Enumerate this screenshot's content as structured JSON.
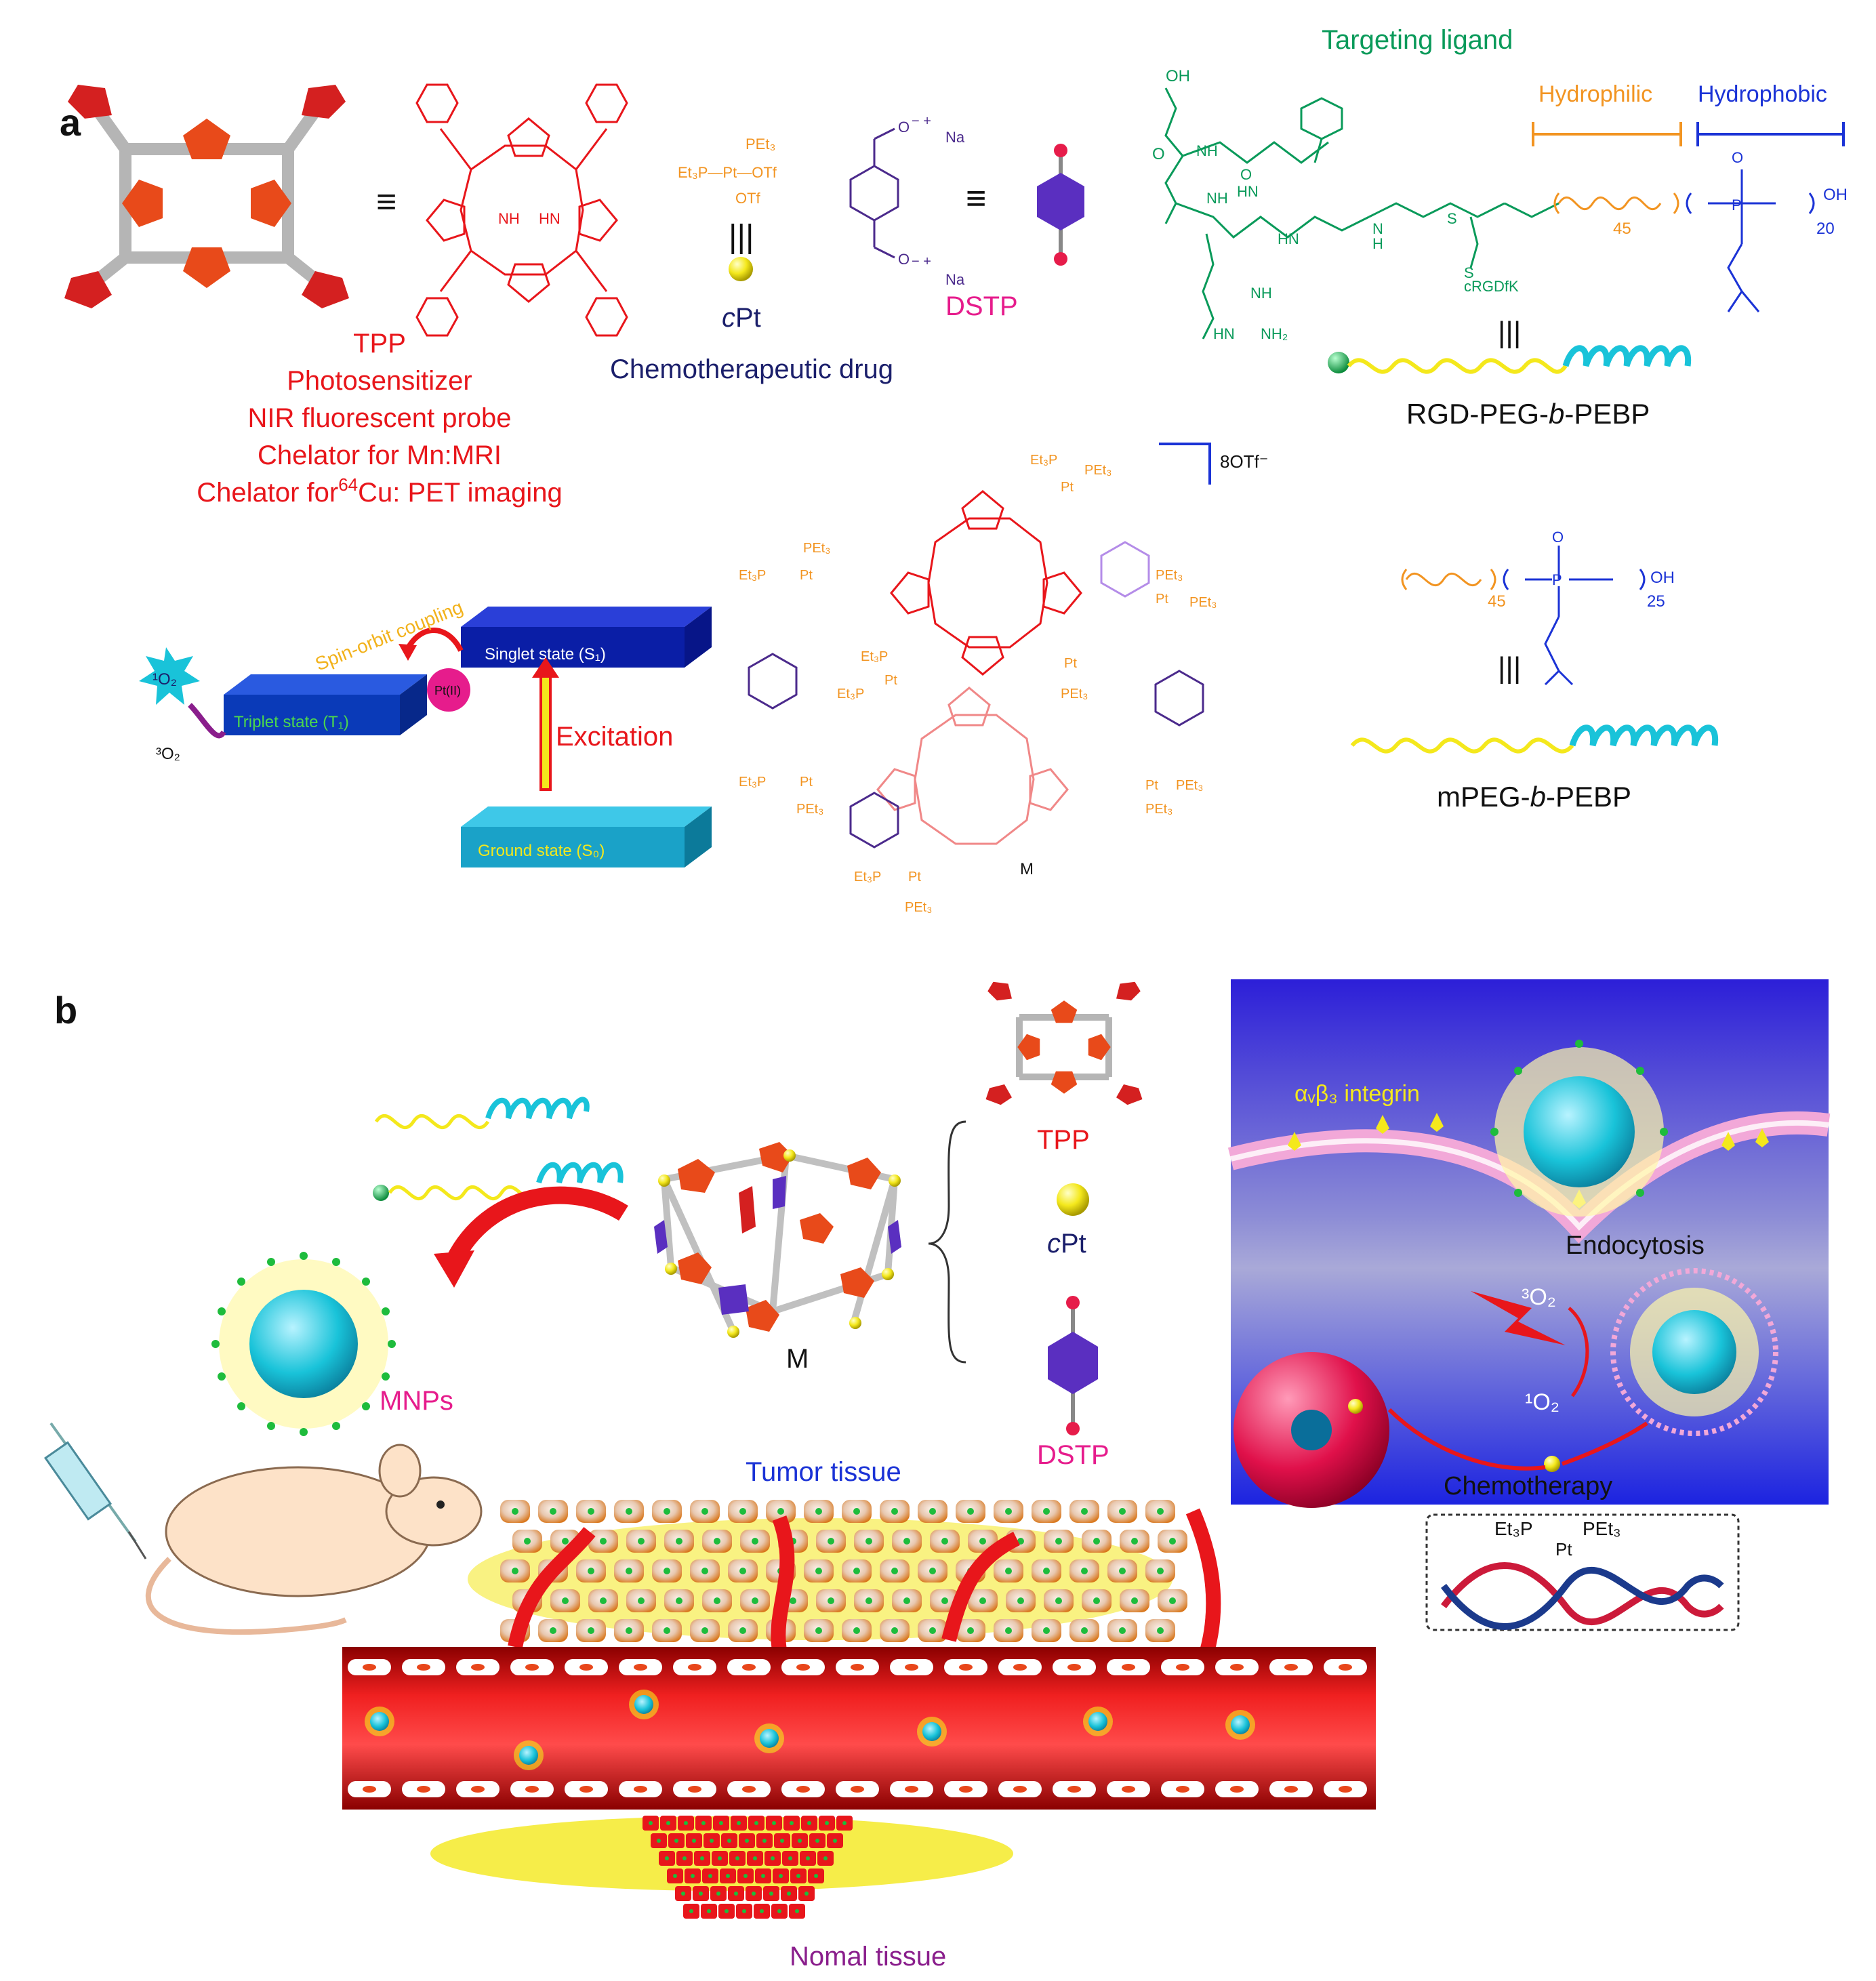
{
  "colors": {
    "red": "#e8161b",
    "pink": "#e61c8c",
    "navy": "#1b1f6b",
    "green": "#0a9a5a",
    "orange": "#f29421",
    "blue": "#1b33d6",
    "purple": "#4b2a8c",
    "violet": "#8a1e8c",
    "yellow": "#f4e81c",
    "cyan": "#19c3d9"
  },
  "panels": {
    "a": "a",
    "b": "b"
  },
  "tpp": {
    "name": "TPP",
    "roles": [
      "Photosensitizer",
      "NIR fluorescent probe",
      "Chelator for Mn:MRI"
    ],
    "pet_prefix": "Chelator for",
    "pet_sup": "64",
    "pet_suffix": "Cu: PET imaging"
  },
  "cpt": {
    "c": "c",
    "pt": "Pt",
    "caption": "Chemotherapeutic drug",
    "reagent": [
      "PEt₃",
      "Et₃P—Pt—OTf",
      "OTf"
    ]
  },
  "dstp": {
    "name": "DSTP",
    "na": "Na",
    "charge": "− +"
  },
  "ligand": {
    "title": "Targeting ligand",
    "hydrophilic": "Hydrophilic",
    "hydrophobic": "Hydrophobic",
    "crgd": "cRGDfK",
    "n1": "45",
    "n2": "20",
    "name_pre": "RGD-PEG-",
    "name_b": "b",
    "name_post": "-PEBP"
  },
  "mpeg": {
    "n1": "45",
    "n2": "25",
    "name_pre": "mPEG-",
    "name_b": "b",
    "name_post": "-PEBP"
  },
  "photo": {
    "spin": "Spin-orbit coupling",
    "singlet": "Singlet state (S₁)",
    "triplet": "Triplet state (T₁)",
    "ground": "Ground state (S₀)",
    "excitation": "Excitation",
    "ptii": "Pt(II)",
    "o2_singlet": "¹O₂",
    "o2_triplet": "³O₂"
  },
  "cage": {
    "label": "M",
    "counterion": "8OTf⁻"
  },
  "panel_b": {
    "mnps": "MNPs",
    "m": "M",
    "tpp": "TPP",
    "cpt_c": "c",
    "cpt_pt": "Pt",
    "dstp": "DSTP",
    "tumor": "Tumor tissue",
    "normal": "Nomal tissue",
    "integrin": "αᵥβ₃ integrin",
    "endocytosis": "Endocytosis",
    "o2_triplet": "³O₂",
    "o2_singlet": "¹O₂",
    "chemo": "Chemotherapy",
    "dna_left": "Et₃P",
    "dna_right": "PEt₃",
    "dna_pt": "Pt"
  }
}
